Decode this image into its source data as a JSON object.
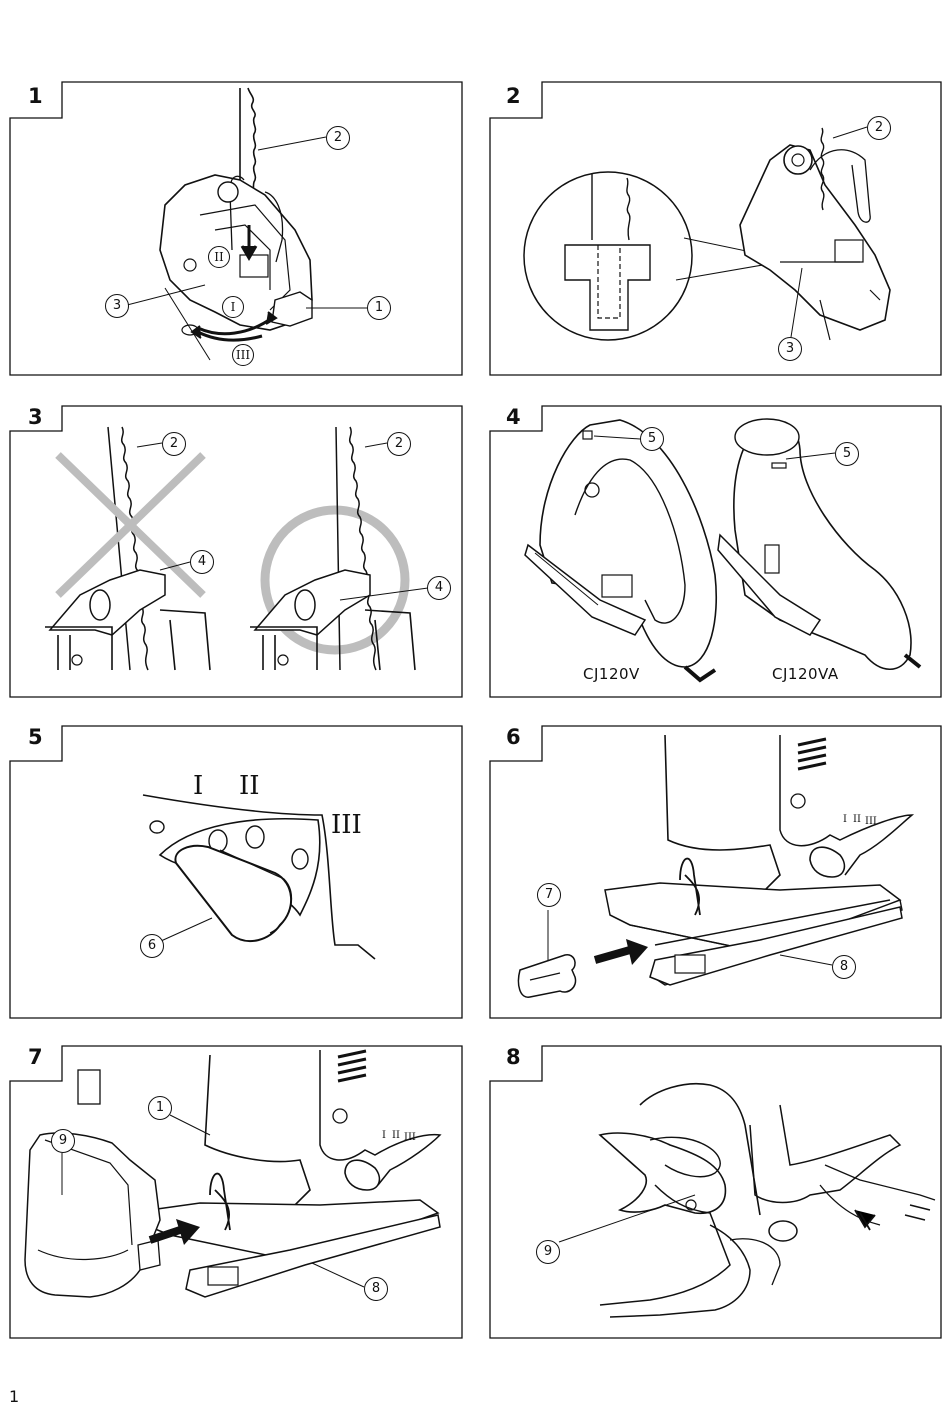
{
  "figures": [
    {
      "number": "1",
      "callouts": [
        "2",
        "3",
        "1"
      ],
      "positions": [
        "II",
        "I",
        "III"
      ]
    },
    {
      "number": "2",
      "callouts": [
        "2",
        "3"
      ]
    },
    {
      "number": "3",
      "callouts": [
        "2",
        "4",
        "2",
        "4"
      ],
      "marks": [
        "wrong-cross",
        "correct-circle"
      ]
    },
    {
      "number": "4",
      "callouts": [
        "5",
        "5"
      ],
      "models": [
        "CJ120V",
        "CJ120VA"
      ]
    },
    {
      "number": "5",
      "callouts": [
        "6"
      ],
      "positions": [
        "I",
        "II",
        "III"
      ]
    },
    {
      "number": "6",
      "callouts": [
        "7",
        "8"
      ],
      "positions": [
        "I",
        "II",
        "III"
      ]
    },
    {
      "number": "7",
      "callouts": [
        "1",
        "9",
        "8"
      ],
      "positions": [
        "I",
        "II",
        "III"
      ]
    },
    {
      "number": "8",
      "callouts": [
        "9"
      ]
    }
  ],
  "page_number": "1",
  "colors": {
    "line": "#111111",
    "mark_gray": "#bdbdbd",
    "background": "#ffffff"
  }
}
